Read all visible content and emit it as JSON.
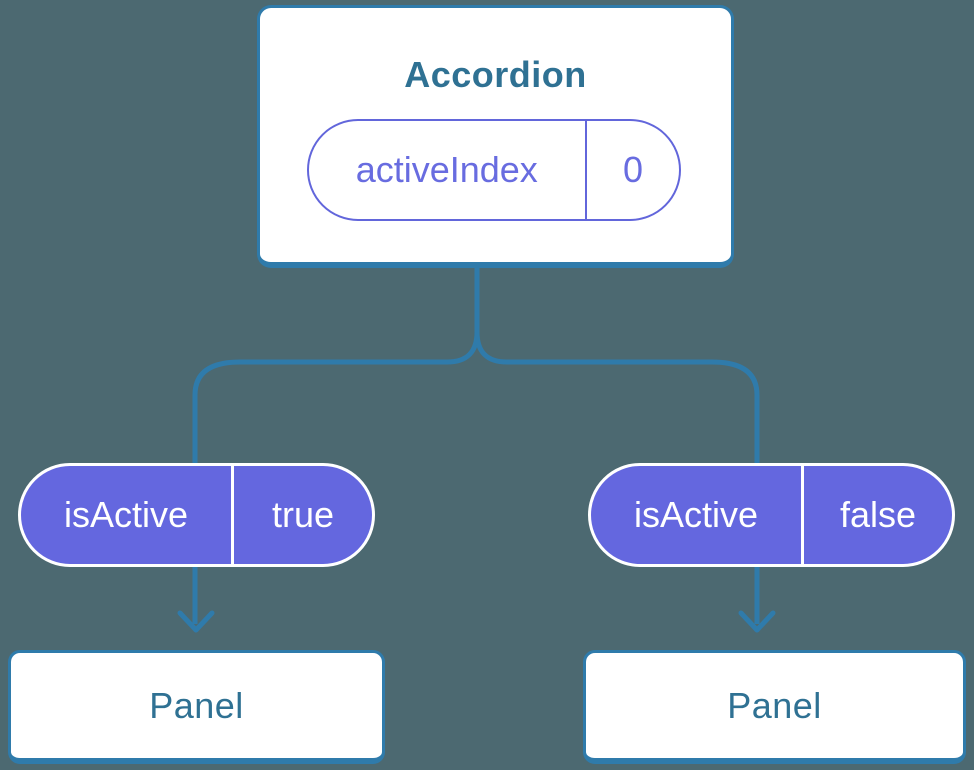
{
  "colors": {
    "background": "#4C6971",
    "connector_blue": "#2F7BAB",
    "card_border_blue": "#2F7BAB",
    "heading_teal": "#2F7193",
    "state_purple": "#6266DB",
    "prop_pill_purple": "#6467DF",
    "pill_text_white": "#FFFFFF"
  },
  "root_card": {
    "title": "Accordion",
    "state_pill": {
      "name": "activeIndex",
      "value": "0"
    }
  },
  "children": [
    {
      "prop_pill": {
        "name": "isActive",
        "value": "true"
      },
      "panel_label": "Panel"
    },
    {
      "prop_pill": {
        "name": "isActive",
        "value": "false"
      },
      "panel_label": "Panel"
    }
  ]
}
